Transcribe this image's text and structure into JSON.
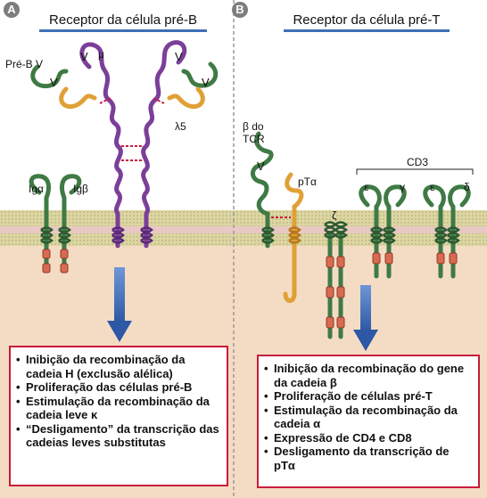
{
  "panelA": {
    "letter": "A",
    "title": "Receptor da célula pré-B",
    "labels": {
      "preB_V": "Pré-B V",
      "v_left_heavy": "V",
      "mu": "μ",
      "v_left_light": "V",
      "v_right_heavy": "V",
      "v_right_light": "V",
      "lambda5": "λ5",
      "ig_alpha": "Igα",
      "ig_beta": "Igβ"
    },
    "outcomes": [
      "Inibição da recombinação da cadeia H (exclusão alélica)",
      "Proliferação das células pré-B",
      "Estimulação da recombinação da cadeia leve κ",
      "“Desligamento” da transcrição das cadeias leves substitutas"
    ]
  },
  "panelB": {
    "letter": "B",
    "title": "Receptor da célula pré-T",
    "labels": {
      "beta_tcr_line1": "β do",
      "beta_tcr_line2": "TCR",
      "v_beta": "V",
      "pTalpha": "pTα",
      "zeta": "ζ",
      "cd3": "CD3",
      "epsilon1": "ε",
      "gamma": "γ",
      "epsilon2": "ε",
      "delta": "δ"
    },
    "outcomes": [
      "Inibição da recombinação do gene da cadeia β",
      "Proliferação de células pré-T",
      "Estimulação da recombinação da cadeia α",
      "Expressão de CD4 e CD8",
      "Desligamento da transcrição de pTα"
    ]
  },
  "colors": {
    "membrane_top": "#d8d29a",
    "membrane_mid": "#e9c6c2",
    "cytoplasm": "#f4dcc4",
    "purple_chain": "#7b3f99",
    "green_chain": "#3f7a45",
    "orange_chain": "#e0a036",
    "arrow": "#3c6ab4",
    "box_border": "#c81d3a"
  }
}
